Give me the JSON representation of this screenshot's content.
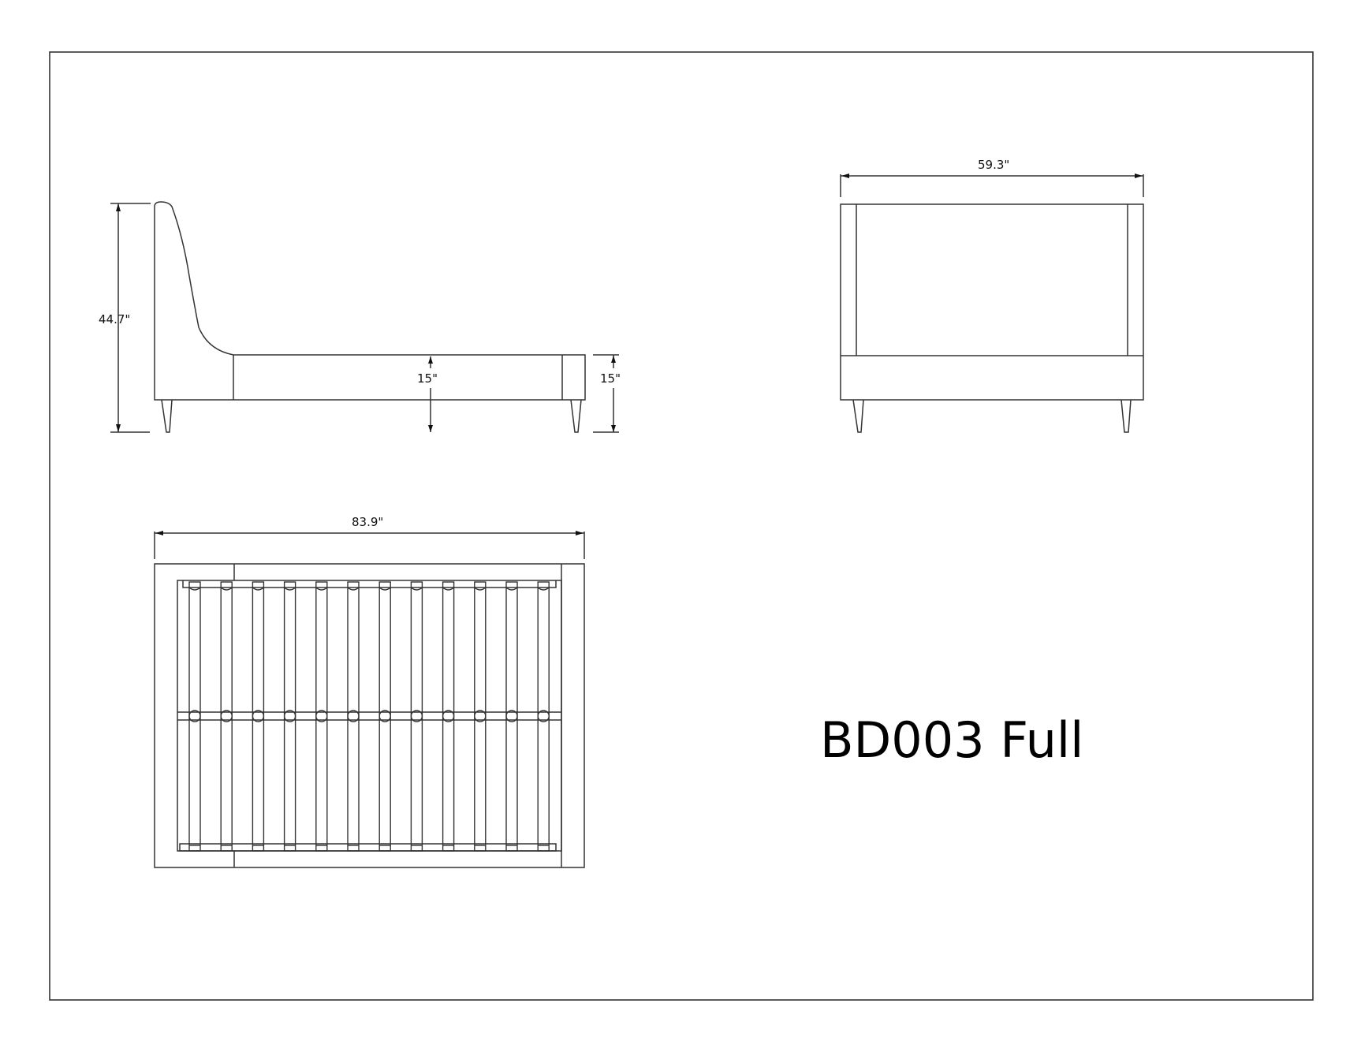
{
  "drawing": {
    "title": "BD003 Full",
    "line_color": "#333333",
    "views": {
      "side": {
        "height_label": "44.7\"",
        "rail_height_label": "15\"",
        "foot_height_label": "15\""
      },
      "front": {
        "width_label": "59.3\""
      },
      "top": {
        "length_label": "83.9\"",
        "slat_count": 12
      }
    }
  }
}
